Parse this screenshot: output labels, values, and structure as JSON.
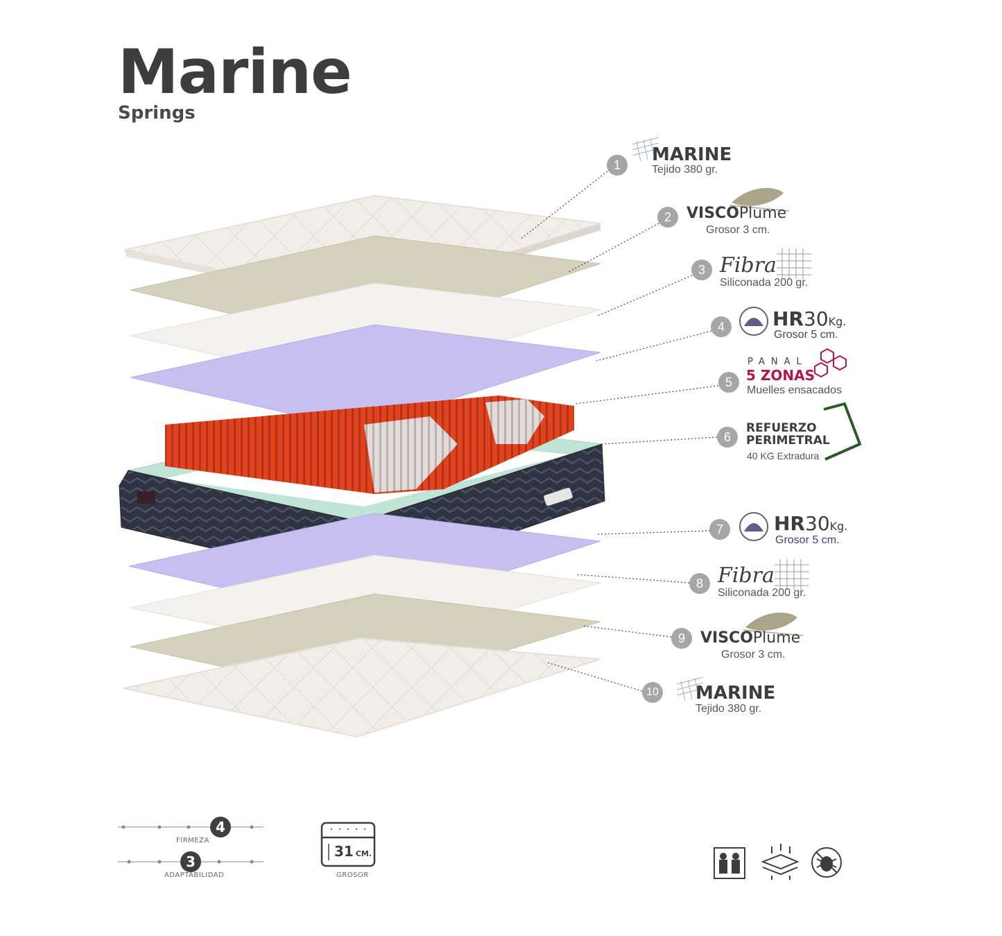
{
  "header": {
    "title": "Marine",
    "subtitle": "Springs"
  },
  "layers": [
    {
      "num": "1",
      "name": "MARINE",
      "desc": "Tejido 380 gr.",
      "icon": "mesh-icon"
    },
    {
      "num": "2",
      "name_a": "VISCO",
      "name_b": "Plume",
      "desc": "Grosor 3 cm.",
      "icon": "feather-icon"
    },
    {
      "num": "3",
      "name": "Fibra",
      "desc": "Siliconada 200 gr.",
      "icon": "grid-icon"
    },
    {
      "num": "4",
      "name_a": "HR",
      "name_b": "30",
      "name_c": "Kg.",
      "desc": "Grosor 5 cm.",
      "icon": "dome-icon"
    },
    {
      "num": "5",
      "name_a": "PANAL",
      "name_b": "5 ZONAS",
      "desc": "Muelles ensacados",
      "icon": "honeycomb-icon"
    },
    {
      "num": "6",
      "name_a": "REFUERZO",
      "name_b": "PERIMETRAL",
      "desc": "40 KG Extradura",
      "icon": "frame-icon"
    },
    {
      "num": "7",
      "name_a": "HR",
      "name_b": "30",
      "name_c": "Kg.",
      "desc": "Grosor 5 cm.",
      "icon": "dome-icon"
    },
    {
      "num": "8",
      "name": "Fibra",
      "desc": "Siliconada 200 gr.",
      "icon": "grid-icon"
    },
    {
      "num": "9",
      "name_a": "VISCO",
      "name_b": "Plume",
      "desc": "Grosor 3 cm.",
      "icon": "feather-icon"
    },
    {
      "num": "10",
      "name": "MARINE",
      "desc": "Tejido 380 gr.",
      "icon": "mesh-icon"
    }
  ],
  "ratings": {
    "firmeza": {
      "value": "4",
      "level": 4,
      "max": 5,
      "label": "FIRMEZA"
    },
    "adaptabilidad": {
      "value": "3",
      "level": 3,
      "max": 5,
      "label": "ADAPTABILIDAD"
    }
  },
  "grosor": {
    "value": "31",
    "unit": "CM.",
    "label": "GROSOR"
  },
  "feature_icons": [
    "two-people-icon",
    "breathable-layers-icon",
    "anti-mite-icon"
  ],
  "colors": {
    "text": "#3d3d3d",
    "badge": "#a6a6a6",
    "spring_orange": "#e0441e",
    "foam_purple": "#c7bff0",
    "visco": "#d4d1bd",
    "frame_green": "#bfe3d4",
    "cover_dark": "#2f3442"
  }
}
